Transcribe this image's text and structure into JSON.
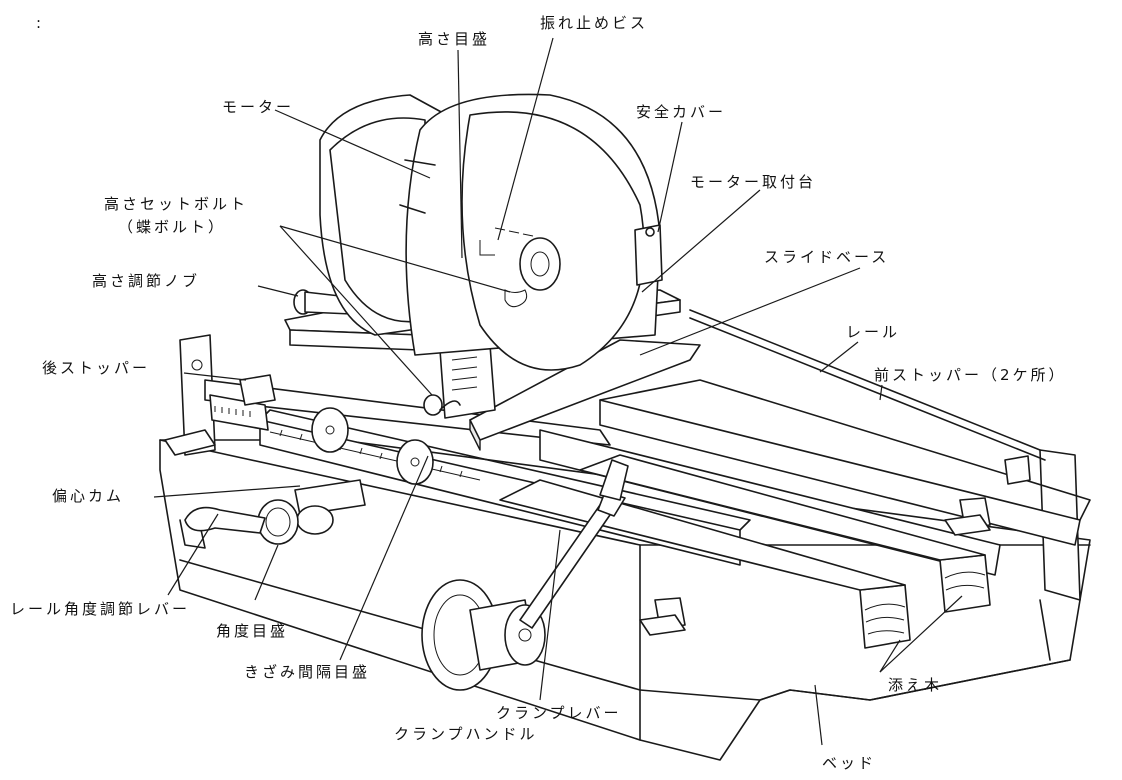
{
  "corner_mark": ":",
  "labels": {
    "height_scale": "高さ目盛",
    "anti_vibration_screw": "振れ止めビス",
    "motor": "モーター",
    "safety_cover": "安全カバー",
    "motor_mount": "モーター取付台",
    "height_set_bolt_line1": "高さセットボルト",
    "height_set_bolt_line2": "（蝶ボルト）",
    "slide_base": "スライドベース",
    "height_knob": "高さ調節ノブ",
    "rail": "レール",
    "rear_stopper": "後ストッパー",
    "front_stopper": "前ストッパー（2ケ所）",
    "eccentric_cam": "偏心カム",
    "rail_angle_lever": "レール角度調節レバー",
    "angle_scale": "角度目盛",
    "notch_interval_scale": "きざみ間隔目盛",
    "clamp_lever": "クランプレバー",
    "clamp_handle": "クランプハンドル",
    "support_wood": "添え木",
    "bed": "ベッド"
  }
}
